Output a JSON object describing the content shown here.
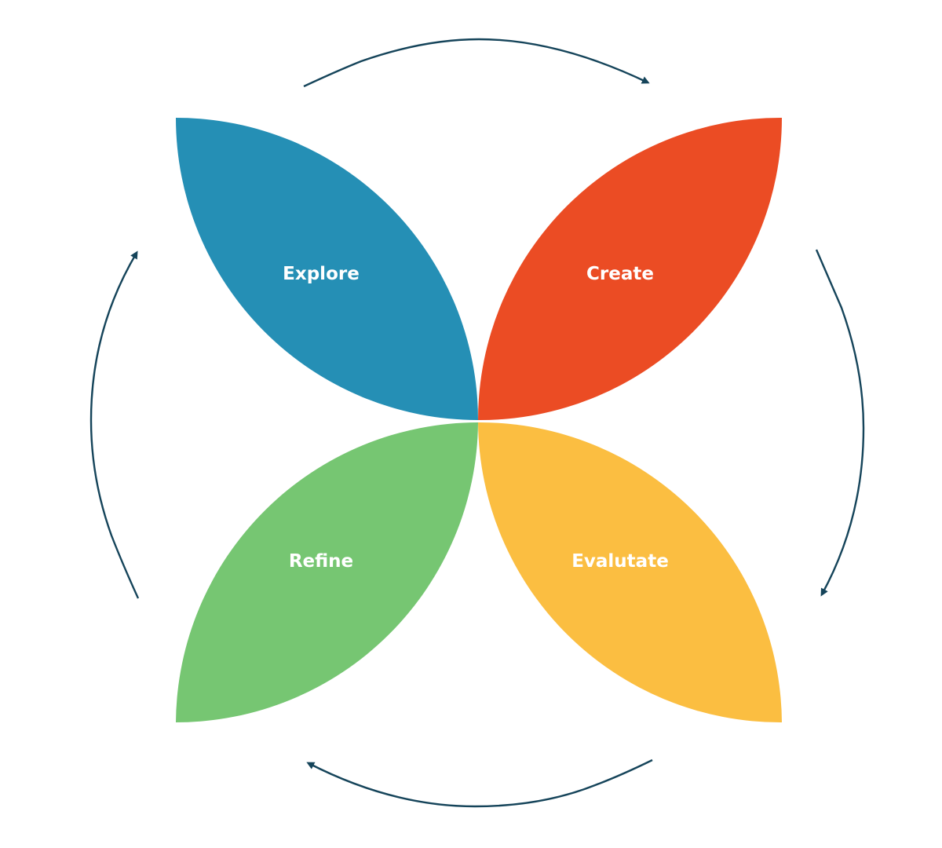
{
  "colors": {
    "explore": "#258FB5",
    "create": "#EB4C24",
    "evaluate": "#FBBE41",
    "refine": "#76C672",
    "arrow": "#15445A",
    "label": "#FFFFFF"
  },
  "petals": {
    "explore": {
      "label": "Explore"
    },
    "create": {
      "label": "Create"
    },
    "evaluate": {
      "label": "Evalutate"
    },
    "refine": {
      "label": "Refine"
    }
  },
  "cycle": {
    "direction": "clockwise",
    "arrow_count": 4
  }
}
